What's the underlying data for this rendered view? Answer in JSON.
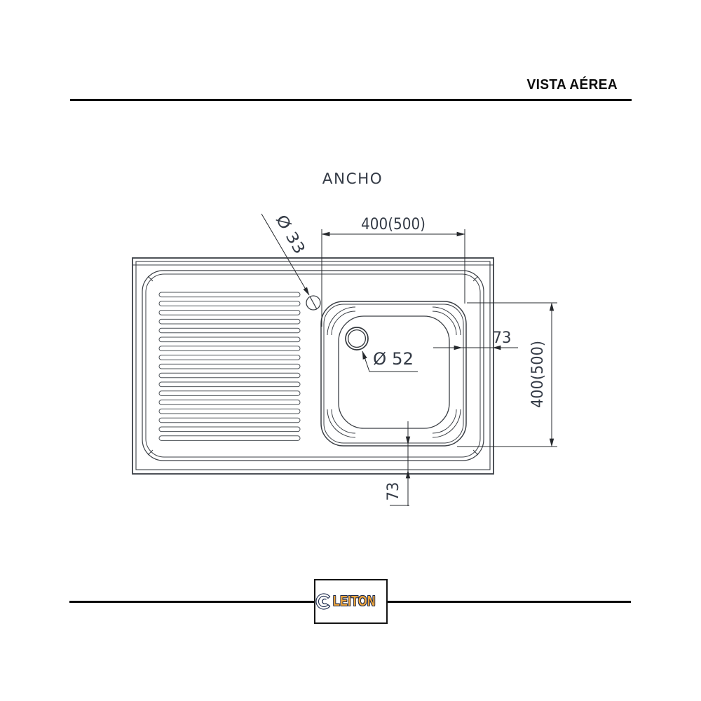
{
  "header": {
    "title": "VISTA AÉREA"
  },
  "drawing": {
    "width_label": "ANCHO",
    "dims": {
      "basin_width": "400(500)",
      "basin_height": "400(500)",
      "edge_offset_right": "73",
      "edge_offset_bottom": "73",
      "tap_hole_diameter": "Ø 33",
      "drain_diameter": "Ø 52"
    }
  },
  "footer": {
    "brand": "LEITON"
  },
  "colors": {
    "rule": "#0a0a0a",
    "drawing_line": "#3b3f45",
    "dimension_line": "#26292d",
    "dimension_text": "#343b46",
    "logo_navy": "#1d2b4d",
    "logo_orange": "#eda43b"
  }
}
